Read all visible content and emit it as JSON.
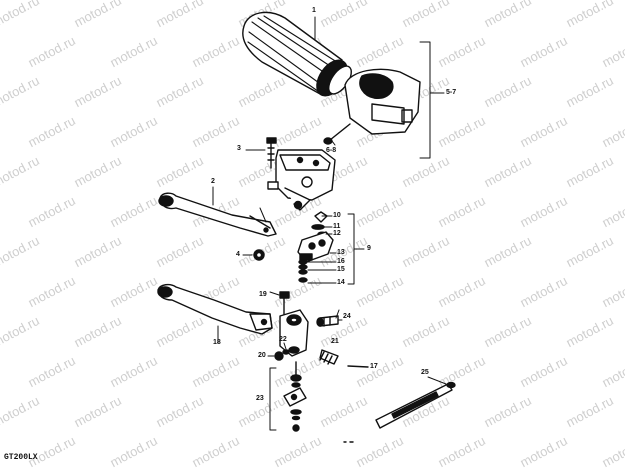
{
  "watermark": "motod.ru",
  "model_code": "GT200LX",
  "callouts": {
    "c1": "1",
    "c2": "2",
    "c3": "3",
    "c4": "4",
    "c5_7": "5-7",
    "c6_8": "6-8",
    "c9": "9",
    "c10": "10",
    "c11": "11",
    "c12": "12",
    "c13": "13",
    "c14": "14",
    "c15": "15",
    "c16": "16",
    "c17": "17",
    "c18": "18",
    "c19": "19",
    "c20": "20",
    "c21": "21",
    "c22": "22",
    "c23": "23",
    "c24": "24",
    "c25": "25"
  },
  "colors": {
    "ink": "#111111",
    "watermark": "#cfcfcf",
    "background": "#ffffff"
  }
}
